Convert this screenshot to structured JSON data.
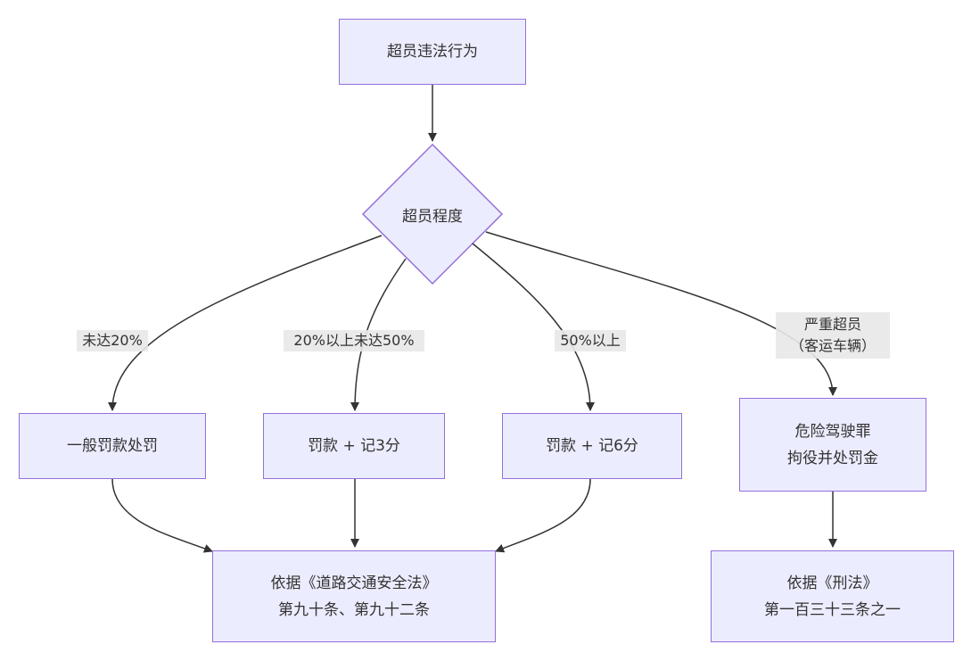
{
  "nodes": {
    "start": "超员违法行为",
    "decision": "超员程度",
    "general_fine": "一般罚款处罚",
    "fine_3": "罚款 + 记3分",
    "fine_6": "罚款 + 记6分",
    "crime": [
      "危险驾驶罪",
      "拘役并处罚金"
    ],
    "traffic_law": [
      "依据《道路交通安全法》",
      "第九十条、第九十二条"
    ],
    "criminal_law": [
      "依据《刑法》",
      "第一百三十三条之一"
    ]
  },
  "edge_labels": {
    "under_20": "未达20%",
    "between_20_50": "20%以上未达50%",
    "over_50": "50%以上",
    "serious": [
      "严重超员",
      "（客运车辆）"
    ]
  },
  "colors": {
    "node_fill": "#ECECFF",
    "node_stroke": "#9370DB",
    "edge": "#333333",
    "label_bg": "#E8E8E8"
  }
}
